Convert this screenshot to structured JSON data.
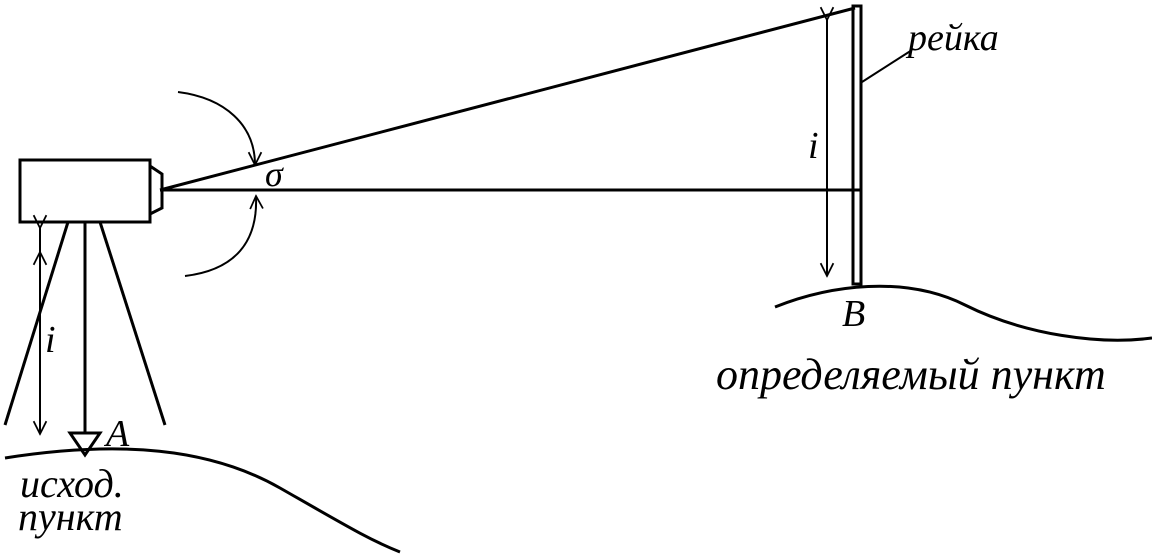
{
  "labels": {
    "rod": "рейка",
    "angle": "σ",
    "height_rod": "i",
    "height_instrument": "i",
    "point_b": "B",
    "point_a": "A",
    "determined_point": "определяемый пункт",
    "origin_point_line1": "исход.",
    "origin_point_line2": "пункт"
  },
  "colors": {
    "stroke": "#000000",
    "background": "#ffffff"
  }
}
